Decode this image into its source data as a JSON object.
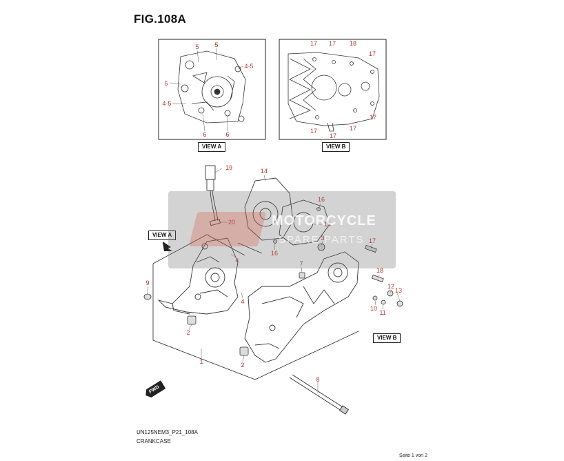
{
  "figure": {
    "title": "FIG.108A"
  },
  "views": [
    {
      "id": "a",
      "label": "VIEW A"
    },
    {
      "id": "b",
      "label": "VIEW B"
    }
  ],
  "callouts": [
    {
      "id": "va-5a",
      "text": "5"
    },
    {
      "id": "va-5b",
      "text": "5"
    },
    {
      "id": "va-45a",
      "text": "4·5"
    },
    {
      "id": "va-5c",
      "text": "5"
    },
    {
      "id": "va-45b",
      "text": "4·5"
    },
    {
      "id": "va-6a",
      "text": "6"
    },
    {
      "id": "va-6b",
      "text": "6"
    },
    {
      "id": "vb-17a",
      "text": "17"
    },
    {
      "id": "vb-17b",
      "text": "17"
    },
    {
      "id": "vb-18",
      "text": "18"
    },
    {
      "id": "vb-17c",
      "text": "17"
    },
    {
      "id": "vb-17d",
      "text": "17"
    },
    {
      "id": "vb-17e",
      "text": "17"
    },
    {
      "id": "vb-17f",
      "text": "17"
    },
    {
      "id": "vb-17g",
      "text": "17"
    },
    {
      "id": "m-19",
      "text": "19"
    },
    {
      "id": "m-14",
      "text": "14"
    },
    {
      "id": "m-16a",
      "text": "16"
    },
    {
      "id": "m-20",
      "text": "20"
    },
    {
      "id": "m-15",
      "text": "15"
    },
    {
      "id": "m-3",
      "text": "3"
    },
    {
      "id": "m-16b",
      "text": "16"
    },
    {
      "id": "m-17",
      "text": "17"
    },
    {
      "id": "m-4a",
      "text": "4"
    },
    {
      "id": "m-7",
      "text": "7"
    },
    {
      "id": "m-18",
      "text": "18"
    },
    {
      "id": "m-9",
      "text": "9"
    },
    {
      "id": "m-4b",
      "text": "4"
    },
    {
      "id": "m-12",
      "text": "12"
    },
    {
      "id": "m-13",
      "text": "13"
    },
    {
      "id": "m-10",
      "text": "10"
    },
    {
      "id": "m-11",
      "text": "11"
    },
    {
      "id": "m-2a",
      "text": "2"
    },
    {
      "id": "m-1",
      "text": "1"
    },
    {
      "id": "m-2b",
      "text": "2"
    },
    {
      "id": "m-8",
      "text": "8"
    }
  ],
  "direction_badge": "FWD",
  "footer": {
    "code": "UN125NEM3_P21_108A",
    "name": "CRANKCASE"
  },
  "page_info": "Seite 1 von 2",
  "watermark": {
    "line1": "MOTORCYCLE",
    "line2": "SPARE PARTS"
  },
  "colors": {
    "callout": "#b0352f",
    "line": "#222222",
    "watermark": "#6e6e6e"
  }
}
